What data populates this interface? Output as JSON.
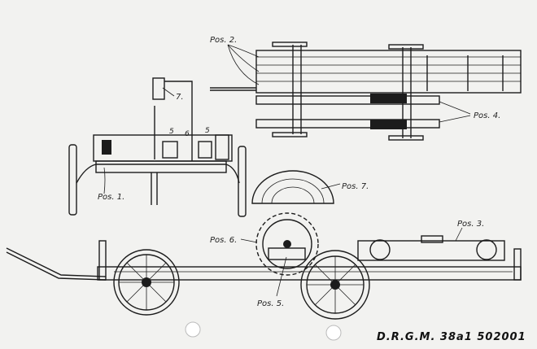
{
  "labels": {
    "pos1": "Pos. 1.",
    "pos2": "Pos. 2.",
    "pos3": "Pos. 3.",
    "pos4": "Pos. 4.",
    "pos5": "Pos. 5.",
    "pos6": "Pos. 6.",
    "pos7": "Pos. 7.",
    "part7": "7.",
    "part5a": "5",
    "part6": "6",
    "part5b": "5"
  },
  "registration": "D.R.G.M. 38a1 502001",
  "colors": {
    "ink": "#1c1c1c",
    "paper": "#f2f2f0"
  }
}
